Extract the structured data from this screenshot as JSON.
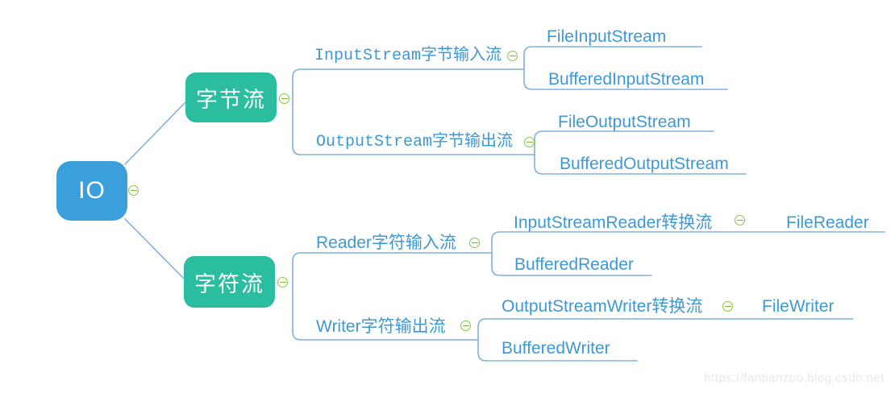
{
  "mindmap": {
    "root": {
      "label": "IO"
    },
    "branches": [
      {
        "label": "字节流",
        "children": [
          {
            "label": "InputStream字节输入流",
            "children": [
              {
                "label": "FileInputStream"
              },
              {
                "label": "BufferedInputStream"
              }
            ]
          },
          {
            "label": "OutputStream字节输出流",
            "children": [
              {
                "label": "FileOutputStream"
              },
              {
                "label": "BufferedOutputStream"
              }
            ]
          }
        ]
      },
      {
        "label": "字符流",
        "children": [
          {
            "label": "Reader字符输入流",
            "children": [
              {
                "label": "InputStreamReader转换流",
                "children": [
                  {
                    "label": "FileReader"
                  }
                ]
              },
              {
                "label": "BufferedReader"
              }
            ]
          },
          {
            "label": "Writer字符输出流",
            "children": [
              {
                "label": "OutputStreamWriter转换流",
                "children": [
                  {
                    "label": "FileWriter"
                  }
                ]
              },
              {
                "label": "BufferedWriter"
              }
            ]
          }
        ]
      }
    ]
  },
  "watermark": "https://fantianzuo.blog.csdn.net",
  "colors": {
    "root_node": "#3B9FDB",
    "branch_node": "#2BBD9F",
    "node_text": "#FFFFFF",
    "label_text": "#3C99D6",
    "connector_line": "#7FB0DF",
    "collapse_icon_green": "#8BC34A",
    "watermark_text": "#E8E8E8"
  },
  "icons": {
    "collapse": "minus-circle"
  }
}
